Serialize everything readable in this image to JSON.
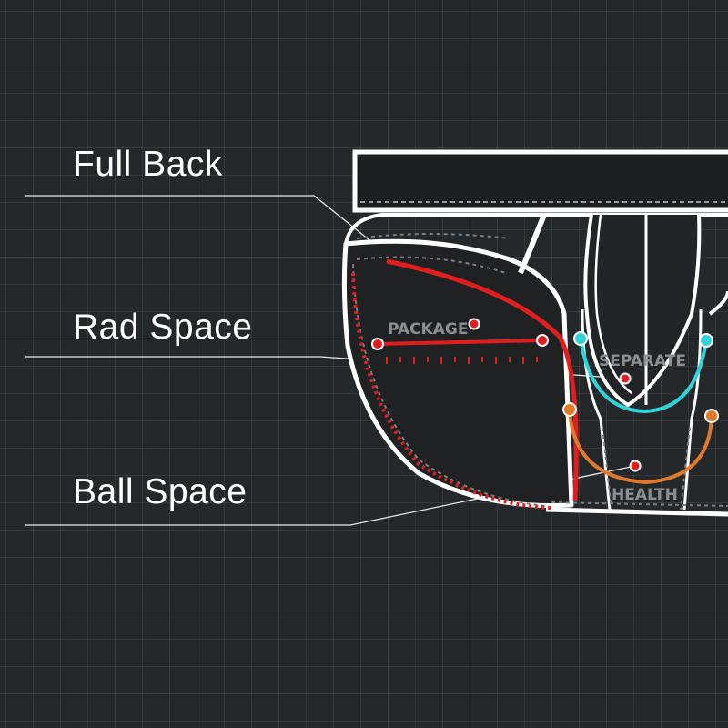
{
  "callouts": {
    "full_back": "Full Back",
    "rad_space": "Rad Space",
    "ball_space": "Ball Space"
  },
  "features": {
    "package": "PACKAGE",
    "separate": "SEPARATE",
    "health": "HEALTH"
  },
  "colors": {
    "background": "#25282b",
    "outline": "#ffffff",
    "package_accent": "#e01e1e",
    "separate_accent": "#2fd3d8",
    "health_accent": "#e07a2a"
  }
}
